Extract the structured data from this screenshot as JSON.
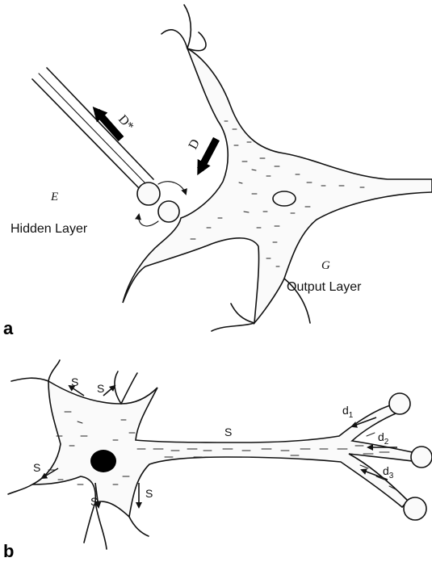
{
  "panel_a": {
    "letter": "a",
    "hidden_letter": "E",
    "hidden_label": "Hidden Layer",
    "output_letter": "G",
    "output_label": "Output Layer",
    "arrow_d_label": "D",
    "arrow_dstar_label": "D*"
  },
  "panel_b": {
    "letter": "b",
    "s_label": "S",
    "d1_label": "d",
    "d1_sub": "1",
    "d2_label": "d",
    "d2_sub": "2",
    "d3_label": "d",
    "d3_sub": "3"
  },
  "colors": {
    "ink": "#111111",
    "background": "#ffffff",
    "cell": "#fafafa"
  }
}
